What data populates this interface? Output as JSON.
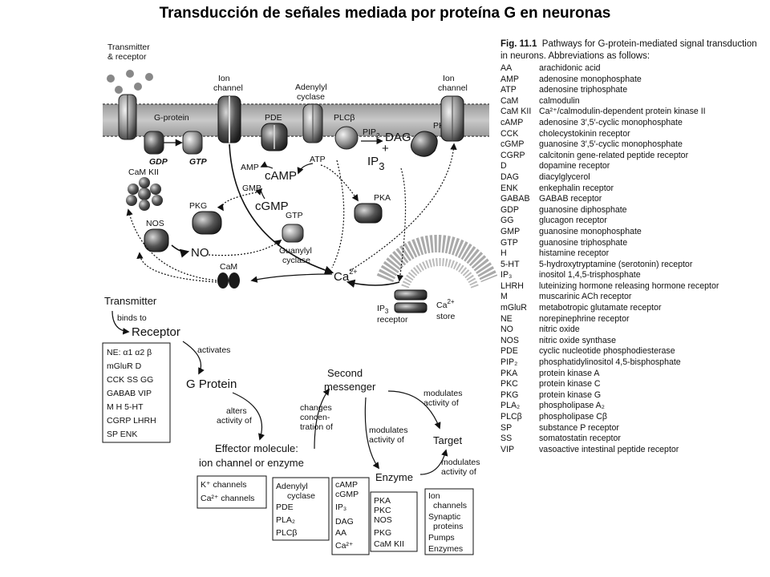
{
  "title": "Transducción de señales mediada por proteína G en neuronas",
  "figure": {
    "caption_number": "Fig. 11.1",
    "caption_text": "Pathways for G-protein-mediated signal transduction in neurons. Abbreviations as follows:",
    "membrane_labels": {
      "transmitter_receptor_1": "Transmitter",
      "transmitter_receptor_2": "& receptor",
      "g_protein": "G-protein",
      "gdp": "GDP",
      "gtp_top": "GTP",
      "ion_channel_left_1": "Ion",
      "ion_channel_left_2": "channel",
      "pde": "PDE",
      "adenylyl_cyclase_1": "Adenylyl",
      "adenylyl_cyclase_2": "cyclase",
      "plc": "PLCβ",
      "pip2": "PIP",
      "pip2_sub": "2",
      "dag": "DAG",
      "plus": "+",
      "ip3": "IP",
      "ip3_sub": "3",
      "pkc": "PKC",
      "ion_channel_right_1": "Ion",
      "ion_channel_right_2": "channel"
    },
    "cytosol_labels": {
      "amp": "AMP",
      "atp": "ATP",
      "camp": "cAMP",
      "gmp": "GMP",
      "cgmp": "cGMP",
      "gtp": "GTP",
      "camkii": "CaM KII",
      "pkg": "PKG",
      "pka": "PKA",
      "nos": "NOS",
      "no": "NO",
      "guanylyl_1": "Guanylyl",
      "guanylyl_2": "cyclase",
      "cam": "CaM",
      "ca": "Ca",
      "ca_sup": "2+",
      "ip3r_1": "IP",
      "ip3r_sub": "3",
      "ip3r_2": "receptor",
      "store_1": "Ca",
      "store_sup": "2+",
      "store_2": "store"
    },
    "flow": {
      "transmitter": "Transmitter",
      "binds_to": "binds to",
      "receptor": "Receptor",
      "activates": "activates",
      "g_protein": "G Protein",
      "alters_1": "alters",
      "alters_2": "activity of",
      "effector_1": "Effector molecule:",
      "effector_2": "ion channel  or enzyme",
      "changes_1": "changes",
      "changes_2": "concen-",
      "changes_3": "tration of",
      "second_1": "Second",
      "second_2": "messenger",
      "mod1_1": "modulates",
      "mod1_2": "activity of",
      "mod2_1": "modulates",
      "mod2_2": "activity of",
      "mod3_1": "modulates",
      "mod3_2": "activity of",
      "target": "Target",
      "enzyme": "Enzyme"
    },
    "receptor_box": [
      "NE:  α1  α2  β",
      "mGluR    D",
      "CCK   SS  GG",
      "GABAB    VIP",
      "M    H    5-HT",
      "CGRP  LHRH",
      "SP    ENK"
    ],
    "channel_box": [
      "K⁺ channels",
      "Ca²⁺ channels"
    ],
    "enzyme_box": [
      "Adenylyl",
      "cyclase",
      "PDE",
      "PLA₂",
      "PLCβ"
    ],
    "messenger_box": [
      "cAMP",
      "cGMP",
      "IP₃",
      "DAG",
      "AA",
      "Ca²⁺"
    ],
    "kinase_box": [
      "PKA",
      "PKC",
      "NOS",
      "PKG",
      "CaM KII"
    ],
    "target_box": [
      "Ion",
      "channels",
      "Synaptic",
      "proteins",
      "Pumps",
      "Enzymes"
    ]
  },
  "abbreviations": [
    {
      "abbr": "AA",
      "full": "arachidonic acid"
    },
    {
      "abbr": "AMP",
      "full": "adenosine monophosphate"
    },
    {
      "abbr": "ATP",
      "full": "adenosine triphosphate"
    },
    {
      "abbr": "CaM",
      "full": "calmodulin"
    },
    {
      "abbr": "CaM KII",
      "full": "Ca²⁺/calmodulin-dependent protein kinase II"
    },
    {
      "abbr": "cAMP",
      "full": "adenosine 3′,5′-cyclic monophosphate"
    },
    {
      "abbr": "CCK",
      "full": "cholecystokinin receptor"
    },
    {
      "abbr": "cGMP",
      "full": "guanosine 3′,5′-cyclic monophosphate"
    },
    {
      "abbr": "CGRP",
      "full": "calcitonin gene-related peptide receptor"
    },
    {
      "abbr": "D",
      "full": "dopamine receptor"
    },
    {
      "abbr": "DAG",
      "full": "diacylglycerol"
    },
    {
      "abbr": "ENK",
      "full": "enkephalin receptor"
    },
    {
      "abbr": "GABAB",
      "full": "GABAB receptor"
    },
    {
      "abbr": "GDP",
      "full": "guanosine diphosphate"
    },
    {
      "abbr": "GG",
      "full": "glucagon receptor"
    },
    {
      "abbr": "GMP",
      "full": "guanosine monophosphate"
    },
    {
      "abbr": "GTP",
      "full": "guanosine triphosphate"
    },
    {
      "abbr": "H",
      "full": "histamine receptor"
    },
    {
      "abbr": "5-HT",
      "full": "5-hydroxytryptamine (serotonin) receptor"
    },
    {
      "abbr": "IP₃",
      "full": "inositol 1,4,5-trisphosphate"
    },
    {
      "abbr": "LHRH",
      "full": "luteinizing hormone releasing hormone receptor"
    },
    {
      "abbr": "M",
      "full": "muscarinic ACh receptor"
    },
    {
      "abbr": "mGluR",
      "full": "metabotropic glutamate receptor"
    },
    {
      "abbr": "NE",
      "full": "norepinephrine receptor"
    },
    {
      "abbr": "NO",
      "full": "nitric oxide"
    },
    {
      "abbr": "NOS",
      "full": "nitric oxide synthase"
    },
    {
      "abbr": "PDE",
      "full": "cyclic nucleotide phosphodiesterase"
    },
    {
      "abbr": "PIP₂",
      "full": "phosphatidylinositol 4,5-bisphosphate"
    },
    {
      "abbr": "PKA",
      "full": "protein kinase A"
    },
    {
      "abbr": "PKC",
      "full": "protein kinase C"
    },
    {
      "abbr": "PKG",
      "full": "protein kinase G"
    },
    {
      "abbr": "PLA₂",
      "full": "phospholipase A₂"
    },
    {
      "abbr": "PLCβ",
      "full": "phospholipase Cβ"
    },
    {
      "abbr": "SP",
      "full": "substance P receptor"
    },
    {
      "abbr": "SS",
      "full": "somatostatin receptor"
    },
    {
      "abbr": "VIP",
      "full": "vasoactive intestinal peptide receptor"
    }
  ]
}
